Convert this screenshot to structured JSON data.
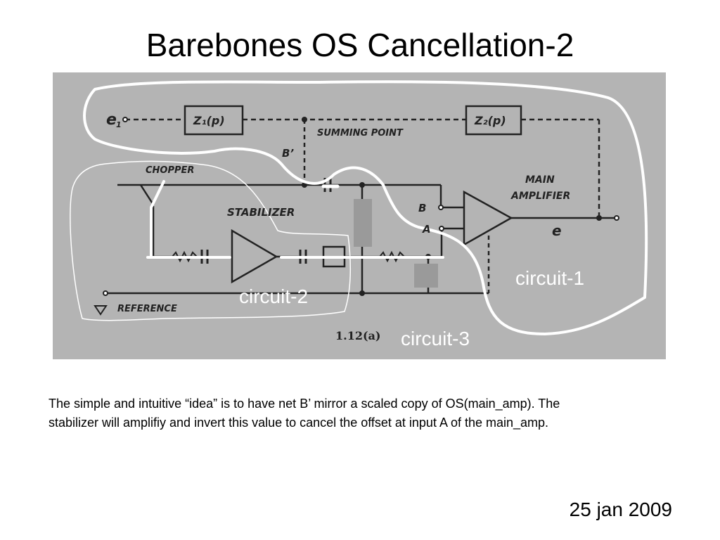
{
  "slide": {
    "title": "Barebones OS Cancellation-2",
    "caption": "The simple and intuitive “idea” is to have net B’ mirror a scaled copy of OS(main_amp). The stabilizer will amplifiy and invert this value to cancel the offset at input A of the main_amp.",
    "date": "25 jan 2009"
  },
  "figure": {
    "labels": {
      "e1": "e",
      "e1_sub": "1",
      "z1": "Z₁(p)",
      "z2": "Z₂(p)",
      "summing_point": "SUMMING POINT",
      "b_prime": "B’",
      "chopper": "CHOPPER",
      "stabilizer": "STABILIZER",
      "main": "MAIN",
      "amplifier": "AMPLIFIER",
      "b": "B",
      "a": "A",
      "e_out": "e",
      "reference": "REFERENCE",
      "fig_number": "1.12(a)"
    },
    "annotations": {
      "circuit1": "circuit-1",
      "circuit2": "circuit-2",
      "circuit3": "circuit-3"
    }
  }
}
